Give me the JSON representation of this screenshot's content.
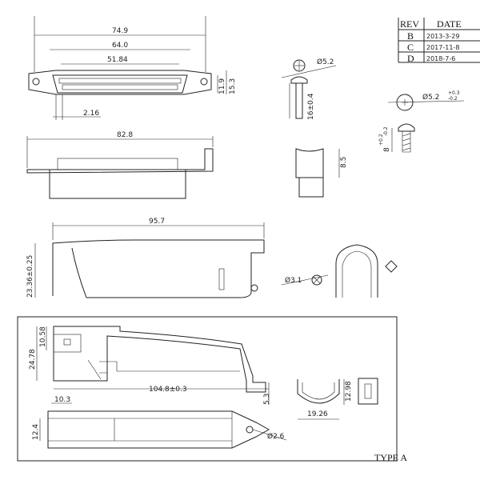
{
  "revision_table": {
    "headers": [
      "REV",
      "DATE"
    ],
    "rows": [
      {
        "rev": "B",
        "date": "2013-3-29"
      },
      {
        "rev": "C",
        "date": "2017-11-8"
      },
      {
        "rev": "D",
        "date": "2018-7-6"
      }
    ]
  },
  "dimensions": {
    "overall_width": "74.9",
    "mount_pitch": "64.0",
    "contact_span": "51.84",
    "inner_height": "11.9",
    "outer_height": "15.3",
    "pin_spacing": "2.16",
    "screw_head_dia": "Ø5.2",
    "screw_length": "16±0.4",
    "small_screw_dia": "Ø5.2",
    "small_screw_tol_plus": "+0.3",
    "small_screw_tol_minus": "-0.2",
    "small_screw_length": "8",
    "small_screw_len_tol_plus": "+0.2",
    "small_screw_len_tol_minus": "-0.2",
    "side_length": "82.8",
    "clip_height": "8.5",
    "cover_length": "95.7",
    "cover_height": "23.36±0.25",
    "hole_dia": "Ø3.1",
    "hood_top": "10.58",
    "hood_height": "24.78",
    "hood_length": "104.8±0.3",
    "latch_height": "5.3",
    "bracket_height": "12.98",
    "bracket_width": "19.26",
    "entry_width": "10.3",
    "entry_height": "12.4",
    "end_hole_dia": "Ø2.6"
  },
  "type_label": "TYPE A"
}
